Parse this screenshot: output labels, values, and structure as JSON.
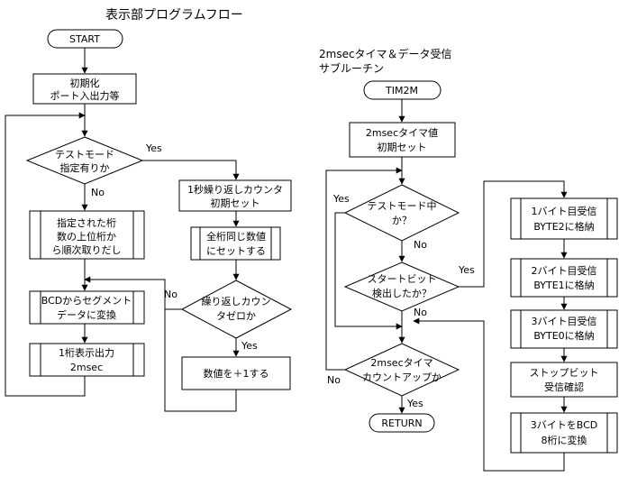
{
  "left": {
    "title": "表示部プログラムフロー",
    "start": "START",
    "init_line1": "初期化",
    "init_line2": "ポート入出力等",
    "test_line1": "テストモード",
    "test_line2": "指定有りか",
    "yes1": "Yes",
    "no1": "No",
    "digit_line1": "指定された桁",
    "digit_line2": "数の上位桁か",
    "digit_line3": "ら順次取りだし",
    "bcd_line1": "BCDからセグメント",
    "bcd_line2": "データに変換",
    "out_line1": "1桁表示出力",
    "out_line2": "2msec",
    "cnt_line1": "1秒繰り返しカウンタ",
    "cnt_line2": "初期セット",
    "same_line1": "全桁同じ数値",
    "same_line2": "にセットする",
    "zero_line1": "繰り返しカウン",
    "zero_line2": "タゼロか",
    "no2": "No",
    "yes2": "Yes",
    "inc": "数値を＋1する"
  },
  "right": {
    "title1": "2msecタイマ＆データ受信",
    "title2": "サブルーチン",
    "tim": "TIM2M",
    "set_line1": "2msecタイマ値",
    "set_line2": "初期セット",
    "tm_line1": "テストモード中",
    "tm_line2": "か？",
    "yes1": "Yes",
    "no1": "No",
    "sb_line1": "スタートビット",
    "sb_line2": "検出したか？",
    "yes2": "Yes",
    "no2": "No",
    "up_line1": "2msecタイマ",
    "up_line2": "カウントアップか",
    "no3": "No",
    "yes3": "Yes",
    "ret": "RETURN",
    "b1_line1": "1バイト目受信",
    "b1_line2": "BYTE2に格納",
    "b2_line1": "2バイト目受信",
    "b2_line2": "BYTE1に格納",
    "b3_line1": "3バイト目受信",
    "b3_line2": "BYTE0に格納",
    "stop_line1": "ストップビット",
    "stop_line2": "受信確認",
    "conv_line1": "3バイトをBCD",
    "conv_line2": "8桁に変換"
  }
}
